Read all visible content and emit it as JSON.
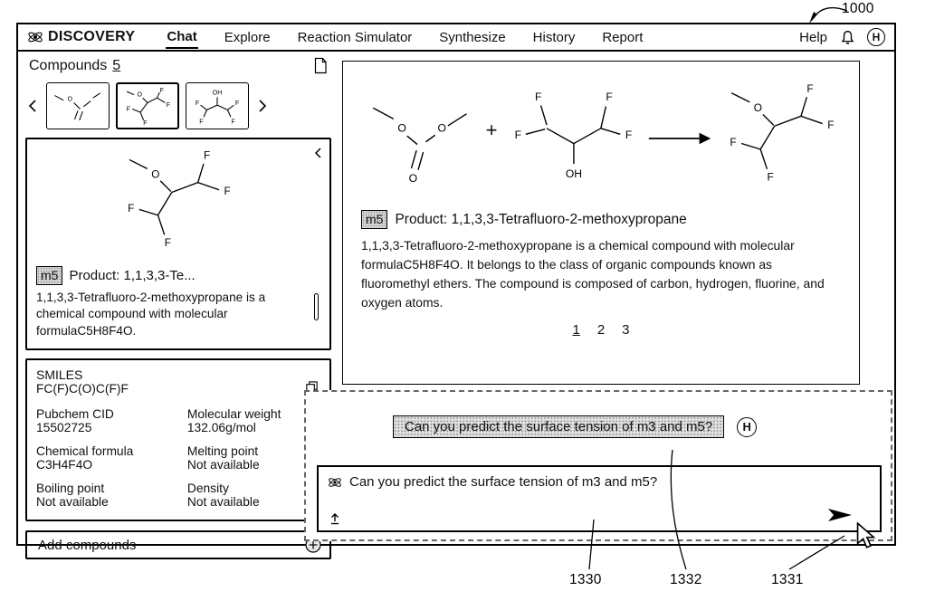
{
  "refs": {
    "window": "1000",
    "input_area": "1330",
    "message": "1332",
    "send": "1331"
  },
  "navbar": {
    "brand": "DISCOVERY",
    "items": [
      {
        "label": "Chat"
      },
      {
        "label": "Explore"
      },
      {
        "label": "Reaction Simulator"
      },
      {
        "label": "Synthesize"
      },
      {
        "label": "History"
      },
      {
        "label": "Report"
      }
    ],
    "help_label": "Help",
    "profile_initial": "H"
  },
  "sidebar": {
    "title": "Compounds",
    "count": "5",
    "compound_card": {
      "badge": "m5",
      "product_label": "Product: 1,1,3,3-Te...",
      "description": "1,1,3,3-Tetrafluoro-2-methoxypropane is a chemical compound with molecular formulaC5H8F4O."
    },
    "details": {
      "smiles_label": "SMILES",
      "smiles_value": "FC(F)C(O)C(F)F",
      "fields": [
        {
          "label": "Pubchem CID",
          "value": "15502725"
        },
        {
          "label": "Molecular weight",
          "value": "132.06g/mol"
        },
        {
          "label": "Chemical formula",
          "value": "C3H4F4O"
        },
        {
          "label": "Melting point",
          "value": "Not available"
        },
        {
          "label": "Boiling point",
          "value": "Not available"
        },
        {
          "label": "Density",
          "value": "Not available"
        }
      ]
    },
    "add_button_label": "Add compounds"
  },
  "main": {
    "reaction": {
      "plus": "+"
    },
    "badge": "m5",
    "product_label": "Product: 1,1,3,3-Tetrafluoro-2-methoxypropane",
    "description": "1,1,3,3-Tetrafluoro-2-methoxypropane is a chemical compound with molecular formulaC5H8F4O. It belongs to the class of organic compounds known as fluoromethyl ethers. The compound is composed of carbon, hydrogen, fluorine, and oxygen atoms.",
    "pages": [
      "1",
      "2",
      "3"
    ]
  },
  "chat": {
    "user_message": "Can you predict the surface tension of m3 and m5?",
    "avatar_initial": "H",
    "input_value": "Can you predict the surface tension of m3 and m5?"
  },
  "atoms": {
    "O": "O",
    "F": "F",
    "OH": "OH"
  }
}
